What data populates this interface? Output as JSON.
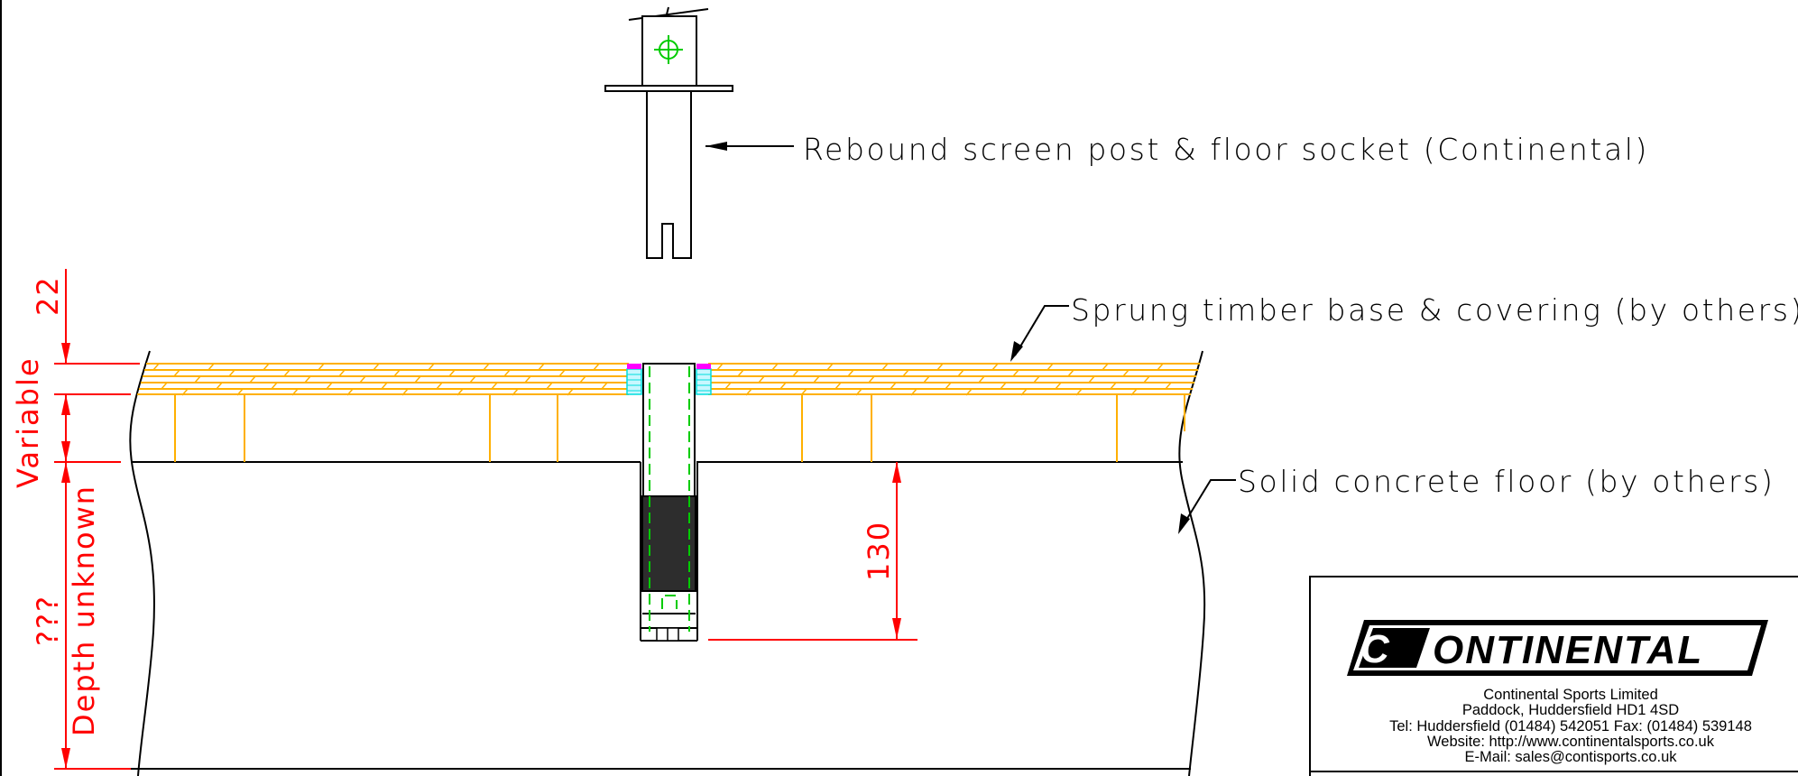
{
  "callouts": {
    "post_socket": "Rebound screen post & floor socket (Continental)",
    "sprung_timber": "Sprung timber base & covering (by others)",
    "concrete_floor": "Solid concrete floor (by others)"
  },
  "dimensions": {
    "covering": "22",
    "variable": "Variable",
    "depth": "Depth unknown",
    "unknown": "???",
    "socket_depth": "130"
  },
  "title_block": {
    "logo_initial": "C",
    "logo_word": "ONTINENTAL",
    "company": "Continental Sports Limited",
    "address": "Paddock, Huddersfield HD1 4SD",
    "phone": "Tel: Huddersfield (01484) 542051 Fax: (01484) 539148",
    "website": "Website: http://www.continentalsports.co.uk",
    "email": "E-Mail: sales@contisports.co.uk"
  },
  "colors": {
    "dimension": "#ff0000",
    "timber": "#ffb000",
    "guide": "#00cc00",
    "packer": "#00dddd",
    "cap": "#ff00ff"
  }
}
